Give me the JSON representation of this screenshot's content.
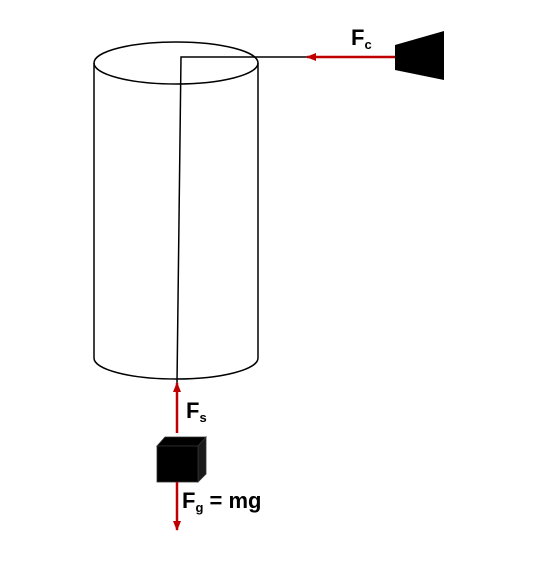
{
  "labels": {
    "fc": {
      "main": "F",
      "sub": "c"
    },
    "fs": {
      "main": "F",
      "sub": "s"
    },
    "fg": {
      "main": "F",
      "sub": "g",
      "rest": " = mg"
    }
  },
  "colors": {
    "force_arrow": "#c00000",
    "outline": "#000000",
    "mass": "#000000",
    "motor": "#000000",
    "background": "#ffffff"
  },
  "icons": {
    "motor": "trapezoid-motor-icon",
    "mass": "cube-mass-icon"
  }
}
